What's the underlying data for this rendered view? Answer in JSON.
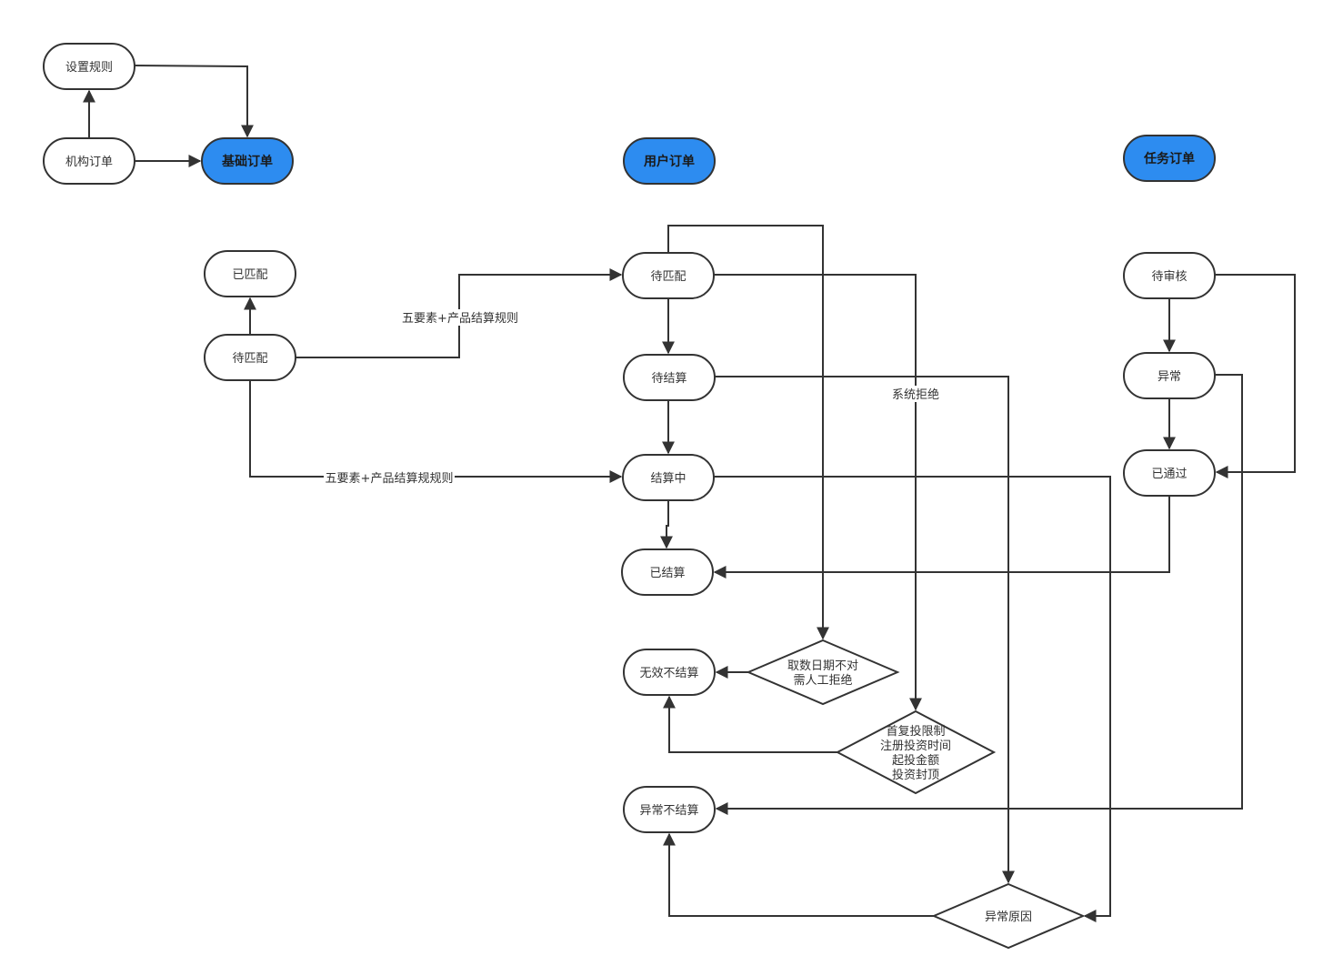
{
  "nodes": {
    "set_rules": "设置规则",
    "inst_order": "机构订单",
    "base_order": "基础订单",
    "user_order": "用户订单",
    "task_order": "任务订单",
    "base_matched": "已匹配",
    "base_pending": "待匹配",
    "user_pending": "待匹配",
    "user_to_settle": "待结算",
    "user_settling": "结算中",
    "user_settled": "已结算",
    "invalid_no_settle": "无效不结算",
    "abnormal_no_settle": "异常不结算",
    "d_date": [
      "取数日期不对",
      "需人工拒绝"
    ],
    "d_limits": [
      "首复投限制",
      "注册投资时间",
      "起投金额",
      "投资封顶"
    ],
    "d_abnormal": "异常原因",
    "task_review": "待审核",
    "task_abnormal": "异常",
    "task_passed": "已通过"
  },
  "edge_labels": {
    "rule_to_pending": "五要素+产品结算规则",
    "rule_to_settling": "五要素+产品结算规规则",
    "system_reject": "系统拒绝"
  },
  "colors": {
    "highlight": "#2d8cf0",
    "stroke": "#333333"
  }
}
